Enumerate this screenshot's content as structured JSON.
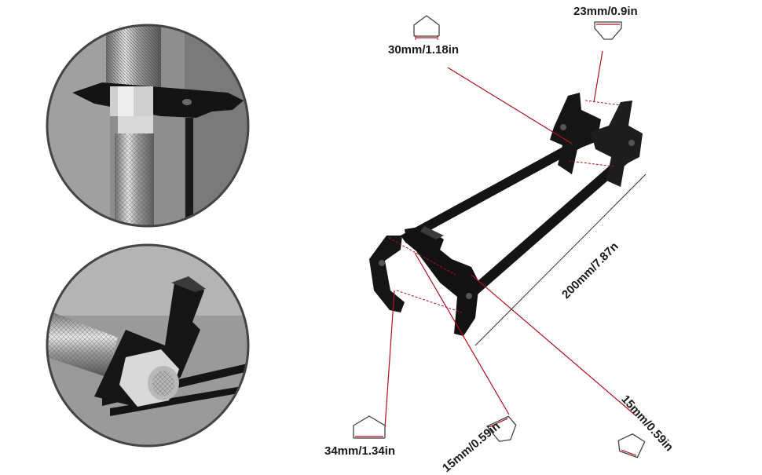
{
  "dimensions": {
    "top_jaw_large": "30mm/1.18in",
    "top_jaw_small": "23mm/0.9in",
    "length": "200mm/7.87n",
    "bottom_jaw_large": "34mm/1.34in",
    "bottom_jaw_slot_left": "15mm/0.59in",
    "bottom_jaw_slot_right": "15mm/0.59in"
  },
  "colors": {
    "leader_line": "#b01020",
    "tool_black": "#141414",
    "circle_bg": "#8c8c8c"
  },
  "icons": [
    "hex-jaw-icon",
    "hex-jaw-icon",
    "hex-jaw-icon",
    "hex-jaw-icon",
    "hex-jaw-icon"
  ]
}
